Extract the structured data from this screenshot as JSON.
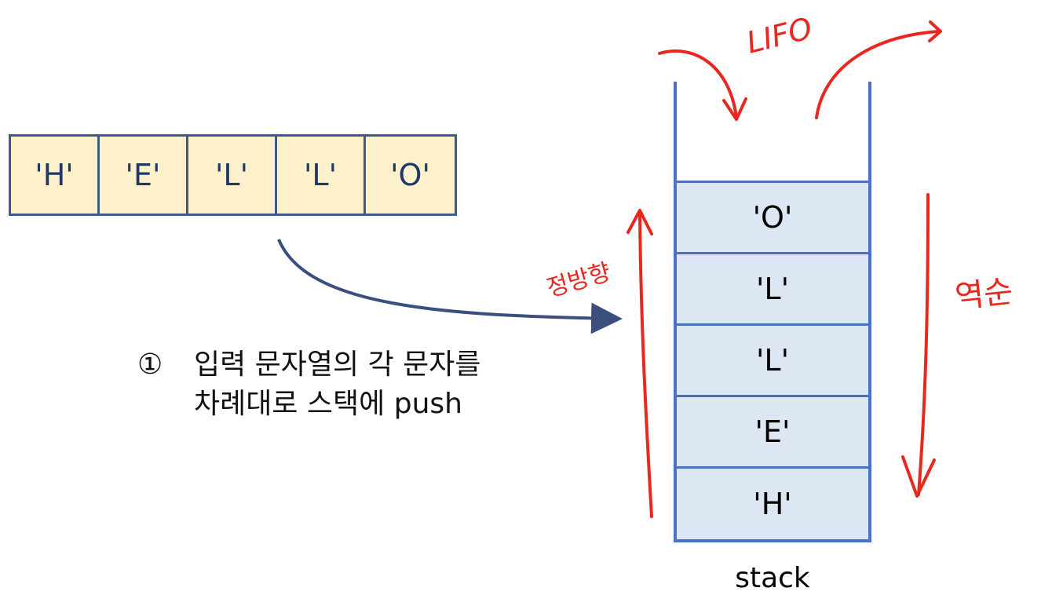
{
  "array_cells": [
    "'H'",
    "'E'",
    "'L'",
    "'L'",
    "'O'"
  ],
  "caption": {
    "number": "①",
    "line1": "입력 문자열의 각 문자를",
    "line2": "차례대로 스택에 push"
  },
  "stack": {
    "items_top_to_bottom": [
      "'O'",
      "'L'",
      "'L'",
      "'E'",
      "'H'"
    ],
    "label": "stack"
  },
  "annotations": {
    "lifo": "LIFO",
    "forward": "정방향",
    "reverse": "역순"
  },
  "colors": {
    "array_fill": "#fdf1cc",
    "array_border": "#3f5a8c",
    "stack_fill": "#dde6f3",
    "stack_border": "#4a72c4",
    "annotation_red": "#e8281e",
    "push_arrow": "#3b4f7f"
  }
}
